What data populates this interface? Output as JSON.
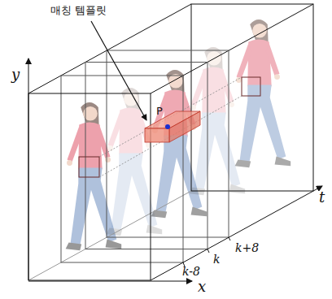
{
  "diagram": {
    "labels": [
      "매칭 템플릿",
      "P",
      "y",
      "x",
      "t",
      "k-8",
      "k",
      "k+8"
    ]
  }
}
